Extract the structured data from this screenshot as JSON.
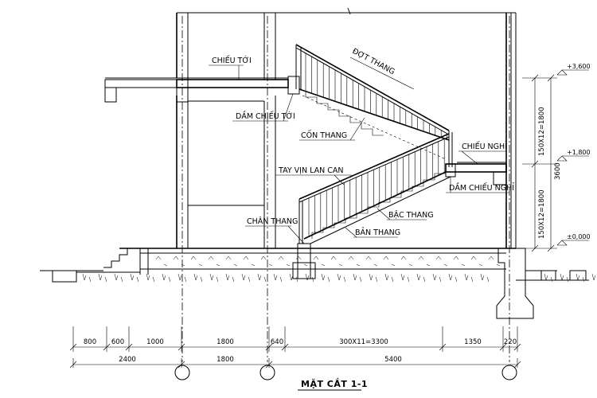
{
  "title": "MẶT CẮT 1-1",
  "labels": {
    "chieu_toi": "CHIẾU TỚI",
    "dot_thang": "ĐỢT THANG",
    "dam_chieu_toi": "DẦM CHIẾU TỚI",
    "con_thang": "CỐN THANG",
    "tay_vin": "TAY VỊN LAN CAN",
    "chieu_nghi": "CHIẾU NGHỈ",
    "dam_chieu_nghi": "DẦM CHIẾU NGHỈ",
    "chan_thang": "CHÂN THANG",
    "bac_thang": "BẬC THANG",
    "ban_thang": "BẢN THANG"
  },
  "levels": {
    "top": "+3,600",
    "mid": "+1,800",
    "ground": "±0,000"
  },
  "vertical_dims": {
    "upper_flight": "150X12=1800",
    "lower_flight": "150X12=1800",
    "total": "3600"
  },
  "dims_row1": [
    "800",
    "600",
    "1000",
    "1800",
    "640",
    "300X11=3300",
    "1350",
    "220"
  ],
  "dims_row2": [
    "2400",
    "1800",
    "5400"
  ]
}
